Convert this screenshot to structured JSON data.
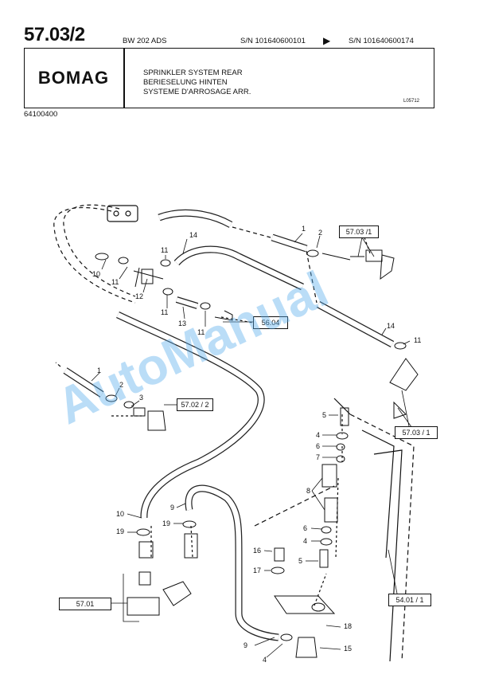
{
  "header": {
    "page_no": "57.03/2",
    "model": "BW 202 ADS",
    "sn_from": "S/N 101640600101",
    "sn_to": "S/N 101640600174",
    "logo": "BOMAG",
    "title_en": "SPRINKLER SYSTEM REAR",
    "title_de": "BERIESELUNG HINTEN",
    "title_fr": "SYSTEME D'ARROSAGE ARR.",
    "drawing_ref": "L05712",
    "part_number": "64100400"
  },
  "references": {
    "r1": "57.03 /1",
    "r2": "56.04",
    "r3": "57.02 / 2",
    "r4": "57.03 / 1",
    "r5": "57.01",
    "r6": "54.01 / 1"
  },
  "callouts": {
    "c1": "1",
    "c2": "2",
    "c3": "14",
    "c4": "11",
    "c5": "10",
    "c6": "11",
    "c7": "12",
    "c8": "11",
    "c9": "13",
    "c10": "11",
    "c11": "14",
    "c12": "11",
    "c13": "1",
    "c14": "2",
    "c15": "3",
    "c16": "5",
    "c17": "4",
    "c18": "6",
    "c19": "7",
    "c20": "8",
    "c21": "6",
    "c22": "4",
    "c23": "5",
    "c24": "10",
    "c25": "9",
    "c26": "19",
    "c27": "19",
    "c28": "16",
    "c29": "17",
    "c30": "18",
    "c31": "9",
    "c32": "4",
    "c33": "15"
  },
  "watermark": "AutoManual"
}
